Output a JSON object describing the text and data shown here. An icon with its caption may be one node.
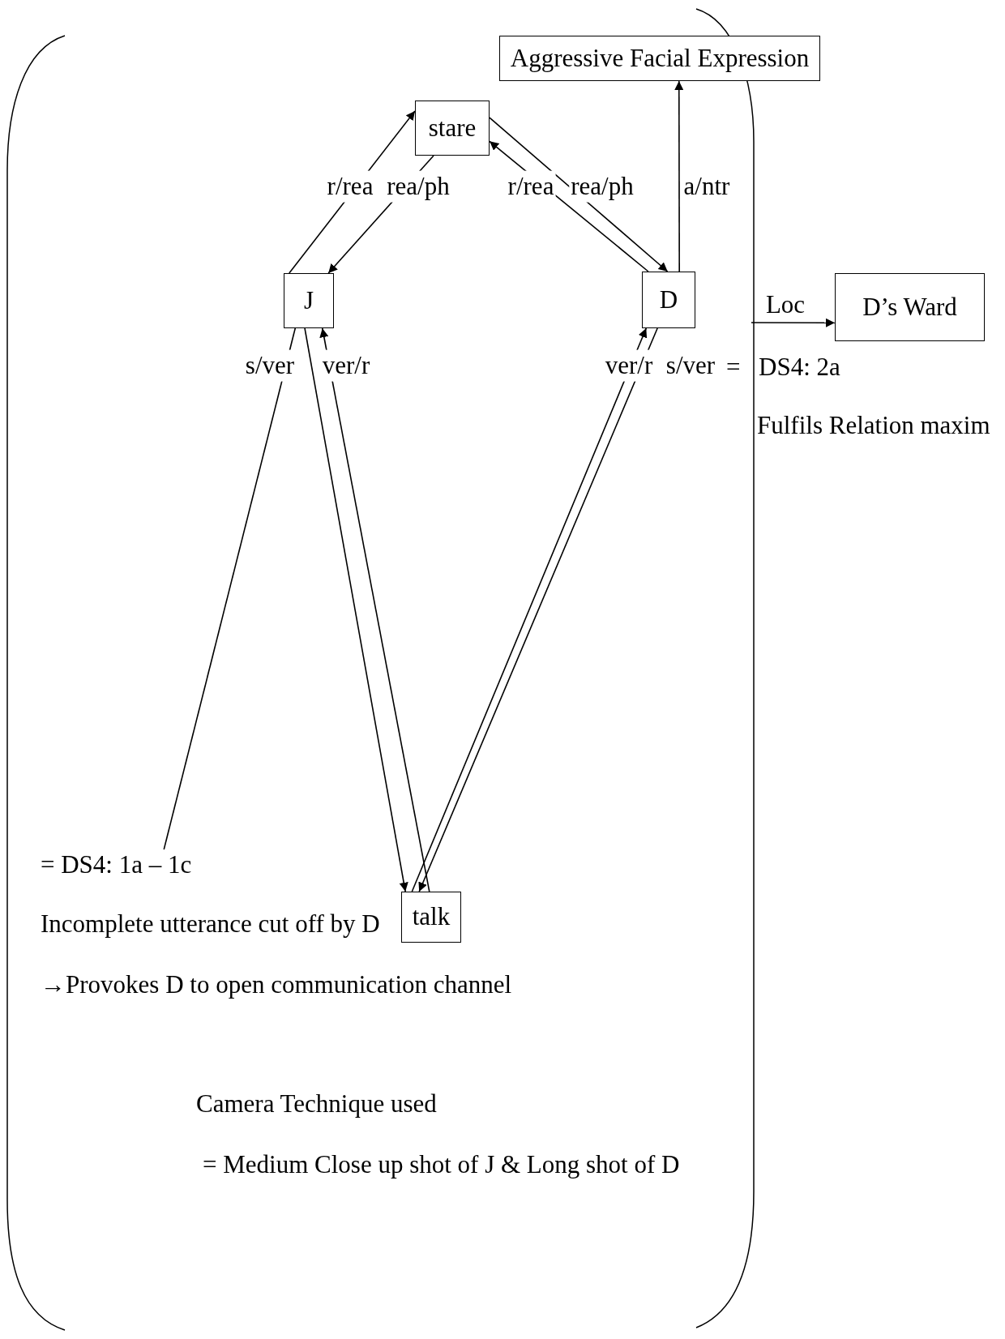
{
  "diagram": {
    "nodes": [
      {
        "text": [
          "Aggressive Facial Expression"
        ]
      },
      {
        "text": [
          "stare"
        ]
      },
      {
        "text": [
          "J"
        ]
      },
      {
        "text": [
          "D"
        ]
      },
      {
        "text": [
          "D’s Ward"
        ]
      },
      {
        "text": [
          "talk"
        ]
      },
      {
        "text": [
          "= DS4: 1a – 1c"
        ]
      }
    ],
    "edges": [
      {
        "from": 2,
        "to": 1,
        "arrow": "to",
        "label": "r/rea"
      },
      {
        "from": 1,
        "to": 2,
        "arrow": "to",
        "label": "rea/ph"
      },
      {
        "from": 3,
        "to": 1,
        "arrow": "to",
        "label": "r/rea"
      },
      {
        "from": 1,
        "to": 3,
        "arrow": "to",
        "label": "rea/ph"
      },
      {
        "from": 3,
        "to": 0,
        "arrow": "to",
        "label": "a/ntr"
      },
      {
        "from": 2,
        "to": 5,
        "arrow": "to",
        "label": "s/ver"
      },
      {
        "from": 5,
        "to": 2,
        "arrow": "to",
        "label": "ver/r"
      },
      {
        "from": 5,
        "to": 3,
        "arrow": "to",
        "label": "ver/r"
      },
      {
        "from": 3,
        "to": 5,
        "arrow": "to",
        "label": "s/ver"
      },
      {
        "from": 2,
        "to": 6,
        "arrow": "none"
      },
      {
        "from": null,
        "to": 4,
        "arrow": "to",
        "label": "Loc"
      }
    ],
    "labels": [
      "=",
      "DS4: 2a",
      "Fulfils Relation maxim",
      "Incomplete utterance cut off by D",
      "→Provokes D to open communication channel",
      "Camera Technique used",
      "= Medium Close up shot of J & Long shot of D"
    ]
  }
}
